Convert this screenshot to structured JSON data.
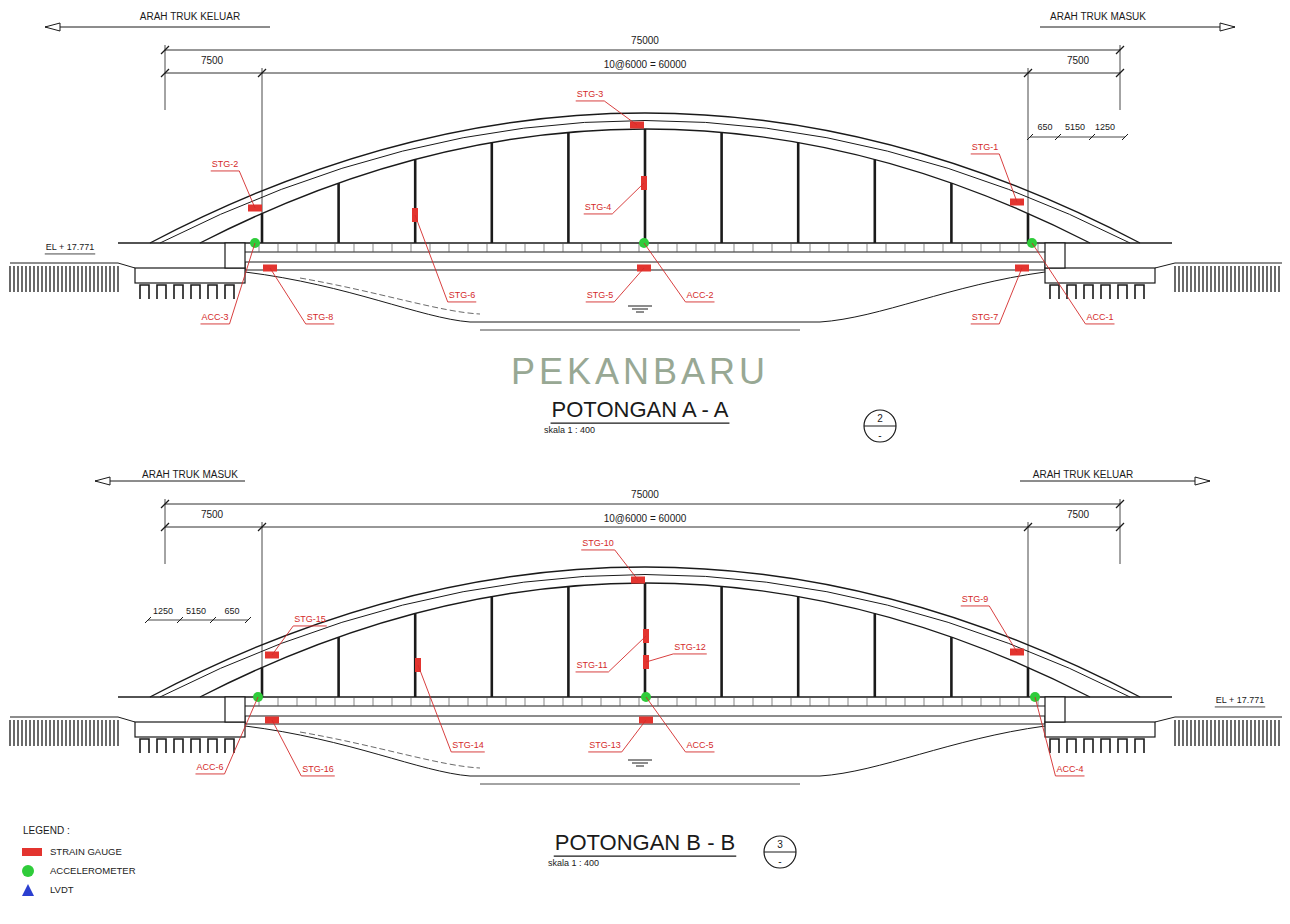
{
  "diagram": {
    "labels": [
      "ARAH TRUK KELUAR",
      "ARAH TRUK MASUK",
      "75000",
      "7500",
      "10@6000 = 60000",
      "7500",
      "STG-3",
      "STG-2",
      "STG-1",
      "650",
      "5150",
      "1250",
      "EL + 17.771",
      "STG-4",
      "STG-6",
      "STG-5",
      "ACC-2",
      "ACC-3",
      "STG-8",
      "STG-7",
      "ACC-1",
      "PEKANBARU",
      "POTONGAN A - A",
      "skala 1 : 400",
      "2",
      "-",
      "ARAH TRUK MASUK",
      "ARAH TRUK KELUAR",
      "75000",
      "7500",
      "10@6000 = 60000",
      "7500",
      "STG-10",
      "STG-15",
      "STG-9",
      "1250",
      "5150",
      "650",
      "STG-11",
      "STG-12",
      "EL + 17.771",
      "STG-14",
      "STG-13",
      "ACC-5",
      "ACC-6",
      "STG-16",
      "ACC-4",
      "LEGEND :",
      "POTONGAN B - B",
      "skala 1 : 400",
      "3",
      "-"
    ],
    "legend": [
      {
        "text": "STRAIN GAUGE",
        "color": "#e3342f"
      },
      {
        "text": "ACCELEROMETER",
        "color": "#2fcc3a"
      },
      {
        "text": "LVDT",
        "color": "#2b3fd0"
      }
    ]
  }
}
